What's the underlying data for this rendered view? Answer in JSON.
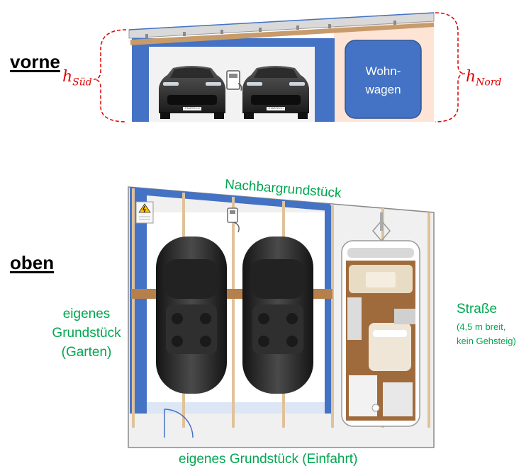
{
  "views": {
    "front": "vorne",
    "top": "oben"
  },
  "front_view": {
    "height_south": {
      "base": "h",
      "sub": "Süd"
    },
    "height_north": {
      "base": "h",
      "sub": "Nord"
    },
    "caravan_label_line1": "Wohn-",
    "caravan_label_line2": "wagen",
    "car_badge_text": "STARTECH"
  },
  "top_view": {
    "neighbor_label": "Nachbargrundstück",
    "own_garden_line1": "eigenes",
    "own_garden_line2": "Grundstück",
    "own_garden_line3": "(Garten)",
    "street_label": "Straße",
    "street_detail_line1": "(4,5 m breit,",
    "street_detail_line2": "kein Gehsteig)",
    "own_driveway_label": "eigenes Grundstück (Einfahrt)"
  },
  "colors": {
    "accent_blue": "#4472c4",
    "label_green": "#00a650",
    "dimension_red": "#e00000",
    "caravan_bg": "#fde4d4",
    "beam_wood": "#b5804a"
  },
  "icons": [
    "wallbox-icon",
    "electric-warning-icon",
    "door-swing-icon"
  ]
}
